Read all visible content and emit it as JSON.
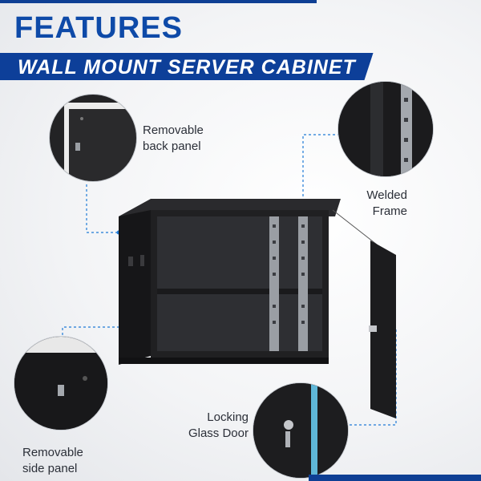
{
  "header": {
    "title": "FEATURES",
    "banner": "WALL MOUNT SERVER CABINET"
  },
  "callouts": {
    "back_panel": [
      "Removable",
      "back panel"
    ],
    "welded_frame": [
      "Welded",
      "Frame"
    ],
    "locking_door": [
      "Locking",
      "Glass Door"
    ],
    "side_panel": [
      "Removable",
      "side panel"
    ]
  },
  "colors": {
    "brand_blue": "#0e4aa8",
    "banner_blue": "#0d3f99",
    "leader_blue": "#1f7ad6",
    "cabinet_black": "#1a1a1c"
  }
}
